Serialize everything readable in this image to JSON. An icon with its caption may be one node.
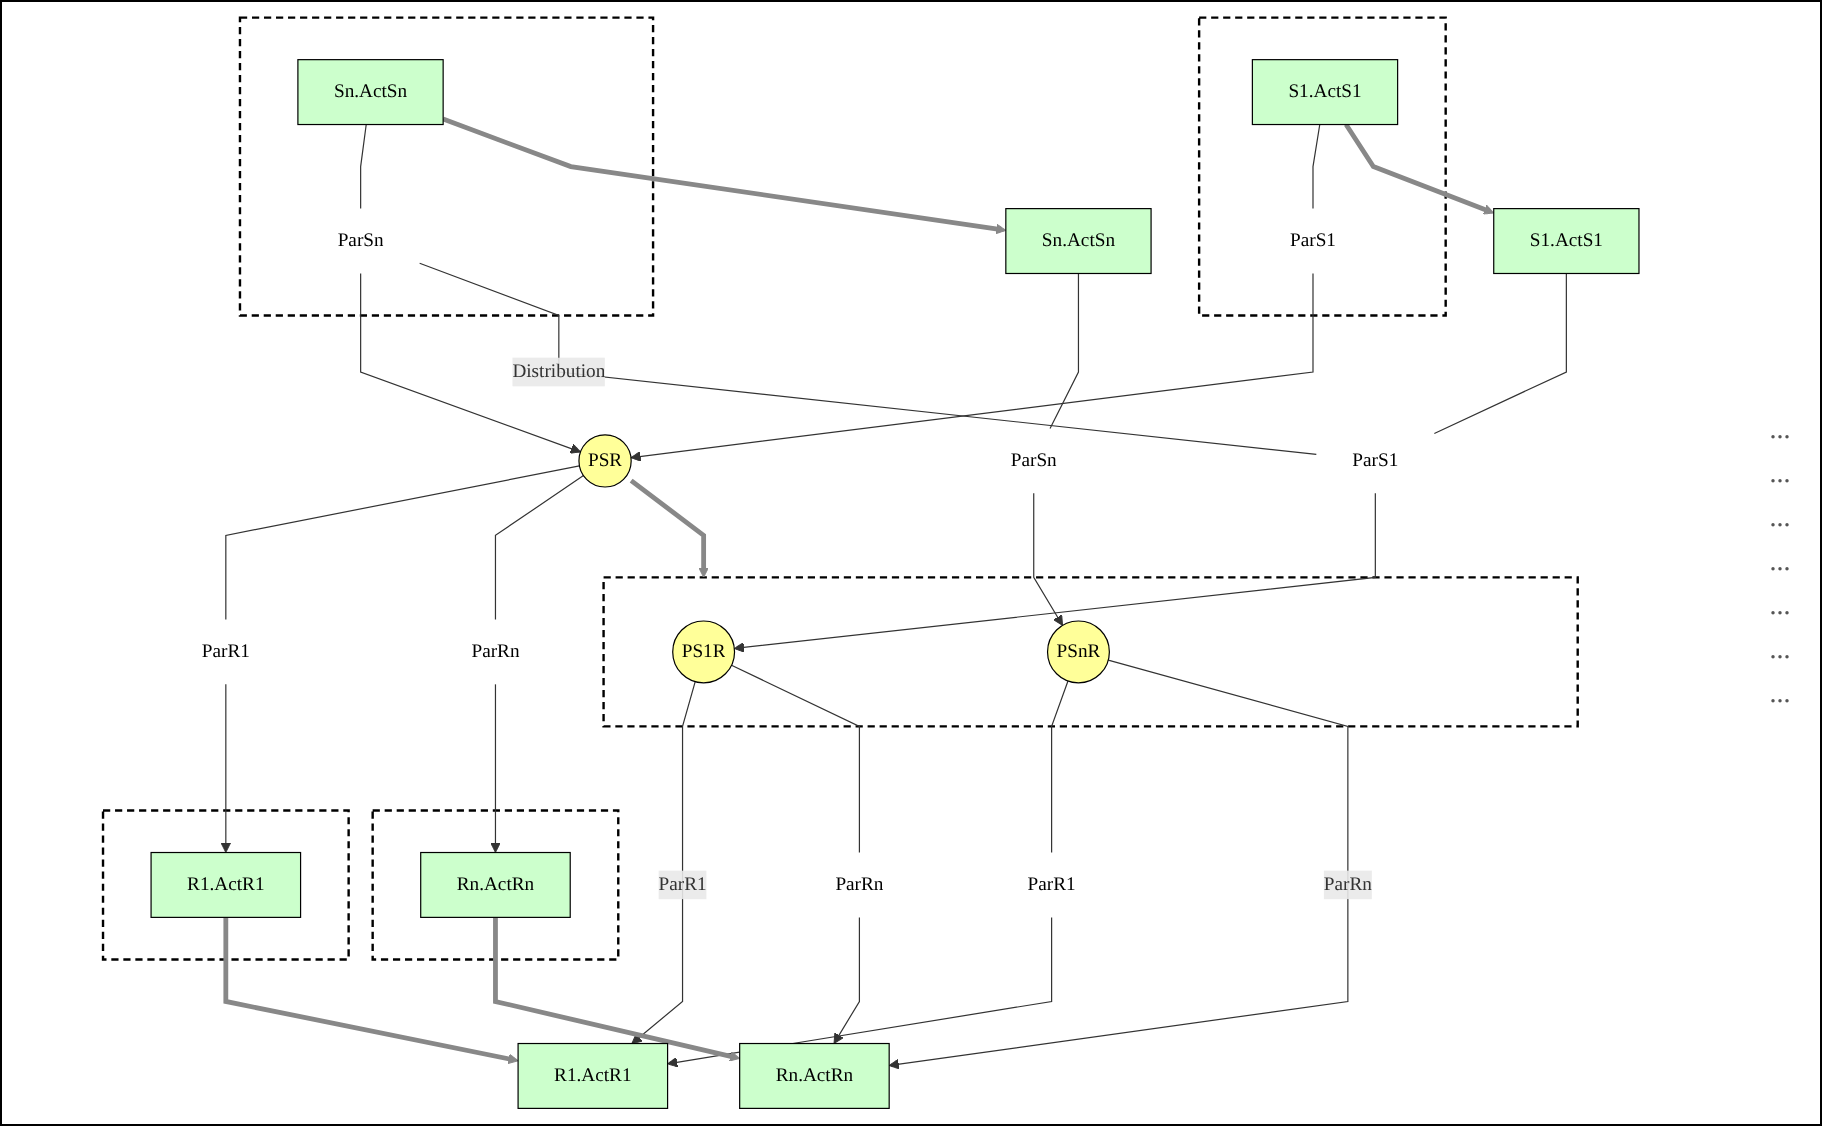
{
  "diagram": {
    "nodes": [
      {
        "text": [],
        "shape": "box"
      },
      {
        "text": [
          "S1.ActS1"
        ],
        "in": 0
      },
      {
        "text": [
          "ParS1"
        ],
        "in": 0
      },
      {
        "text": [],
        "shape": "box"
      },
      {
        "text": [
          "Sn.ActSn"
        ],
        "in": 3
      },
      {
        "text": [
          "ParSn"
        ],
        "in": 3
      },
      {
        "text": [
          "PSR"
        ]
      },
      {
        "text": [
          "ParR1"
        ]
      },
      {
        "text": [
          "ParRn"
        ]
      },
      {
        "text": [],
        "shape": "box"
      },
      {
        "text": [
          "R1.ActR1"
        ],
        "in": 9
      },
      {
        "text": [],
        "shape": "box"
      },
      {
        "text": [
          "Rn.ActRn"
        ],
        "in": 11
      },
      {
        "text": [
          "S1.ActS1"
        ]
      },
      {
        "text": [
          "ParS1"
        ]
      },
      {
        "text": [
          "Sn.ActSn"
        ]
      },
      {
        "text": [
          "ParSn"
        ]
      },
      {
        "text": [],
        "shape": "box"
      },
      {
        "text": [
          "PS1R"
        ],
        "in": 17
      },
      {
        "text": [
          "PSnR"
        ],
        "in": 17
      },
      {
        "text": [
          "ParR1"
        ]
      },
      {
        "text": [
          "ParRn"
        ]
      },
      {
        "text": [
          "R1.ActR1"
        ]
      },
      {
        "text": [
          "Rn.ActRn"
        ]
      }
    ],
    "edges": [
      {
        "from": 1,
        "to": 2,
        "arrow": "none"
      },
      {
        "from": 4,
        "to": 5,
        "arrow": "none"
      },
      {
        "from": 2,
        "to": 6,
        "arrow": "to"
      },
      {
        "from": 5,
        "to": 6,
        "arrow": "to"
      },
      {
        "from": 6,
        "to": 7,
        "arrow": "none"
      },
      {
        "from": 6,
        "to": 8,
        "arrow": "none"
      },
      {
        "from": 7,
        "to": 10,
        "arrow": "to"
      },
      {
        "from": 8,
        "to": 12,
        "arrow": "to"
      },
      {
        "from": 1,
        "to": 13,
        "arrow": "to",
        "style": "thick"
      },
      {
        "from": 4,
        "to": 15,
        "arrow": "to",
        "style": "thick"
      },
      {
        "from": 5,
        "to": 14,
        "arrow": "none",
        "label": "Distribution"
      },
      {
        "from": 6,
        "to": 17,
        "arrow": "to",
        "style": "thick"
      },
      {
        "from": 13,
        "to": 14,
        "arrow": "none"
      },
      {
        "from": 15,
        "to": 16,
        "arrow": "none"
      },
      {
        "from": 14,
        "to": 18,
        "arrow": "to"
      },
      {
        "from": 16,
        "to": 19,
        "arrow": "to"
      },
      {
        "from": 18,
        "to": 22,
        "arrow": "to",
        "label": "ParR1"
      },
      {
        "from": 18,
        "to": 21,
        "arrow": "none"
      },
      {
        "from": 19,
        "to": 20,
        "arrow": "none"
      },
      {
        "from": 19,
        "to": 23,
        "arrow": "to",
        "label": "ParRn"
      },
      {
        "from": 20,
        "to": 22,
        "arrow": "to"
      },
      {
        "from": 21,
        "to": 23,
        "arrow": "to"
      },
      {
        "from": 10,
        "to": 22,
        "arrow": "to",
        "style": "thick"
      },
      {
        "from": 12,
        "to": 23,
        "arrow": "to",
        "style": "thick"
      }
    ],
    "labels": [
      "...",
      "...",
      "...",
      "...",
      "...",
      "...",
      "..."
    ]
  }
}
